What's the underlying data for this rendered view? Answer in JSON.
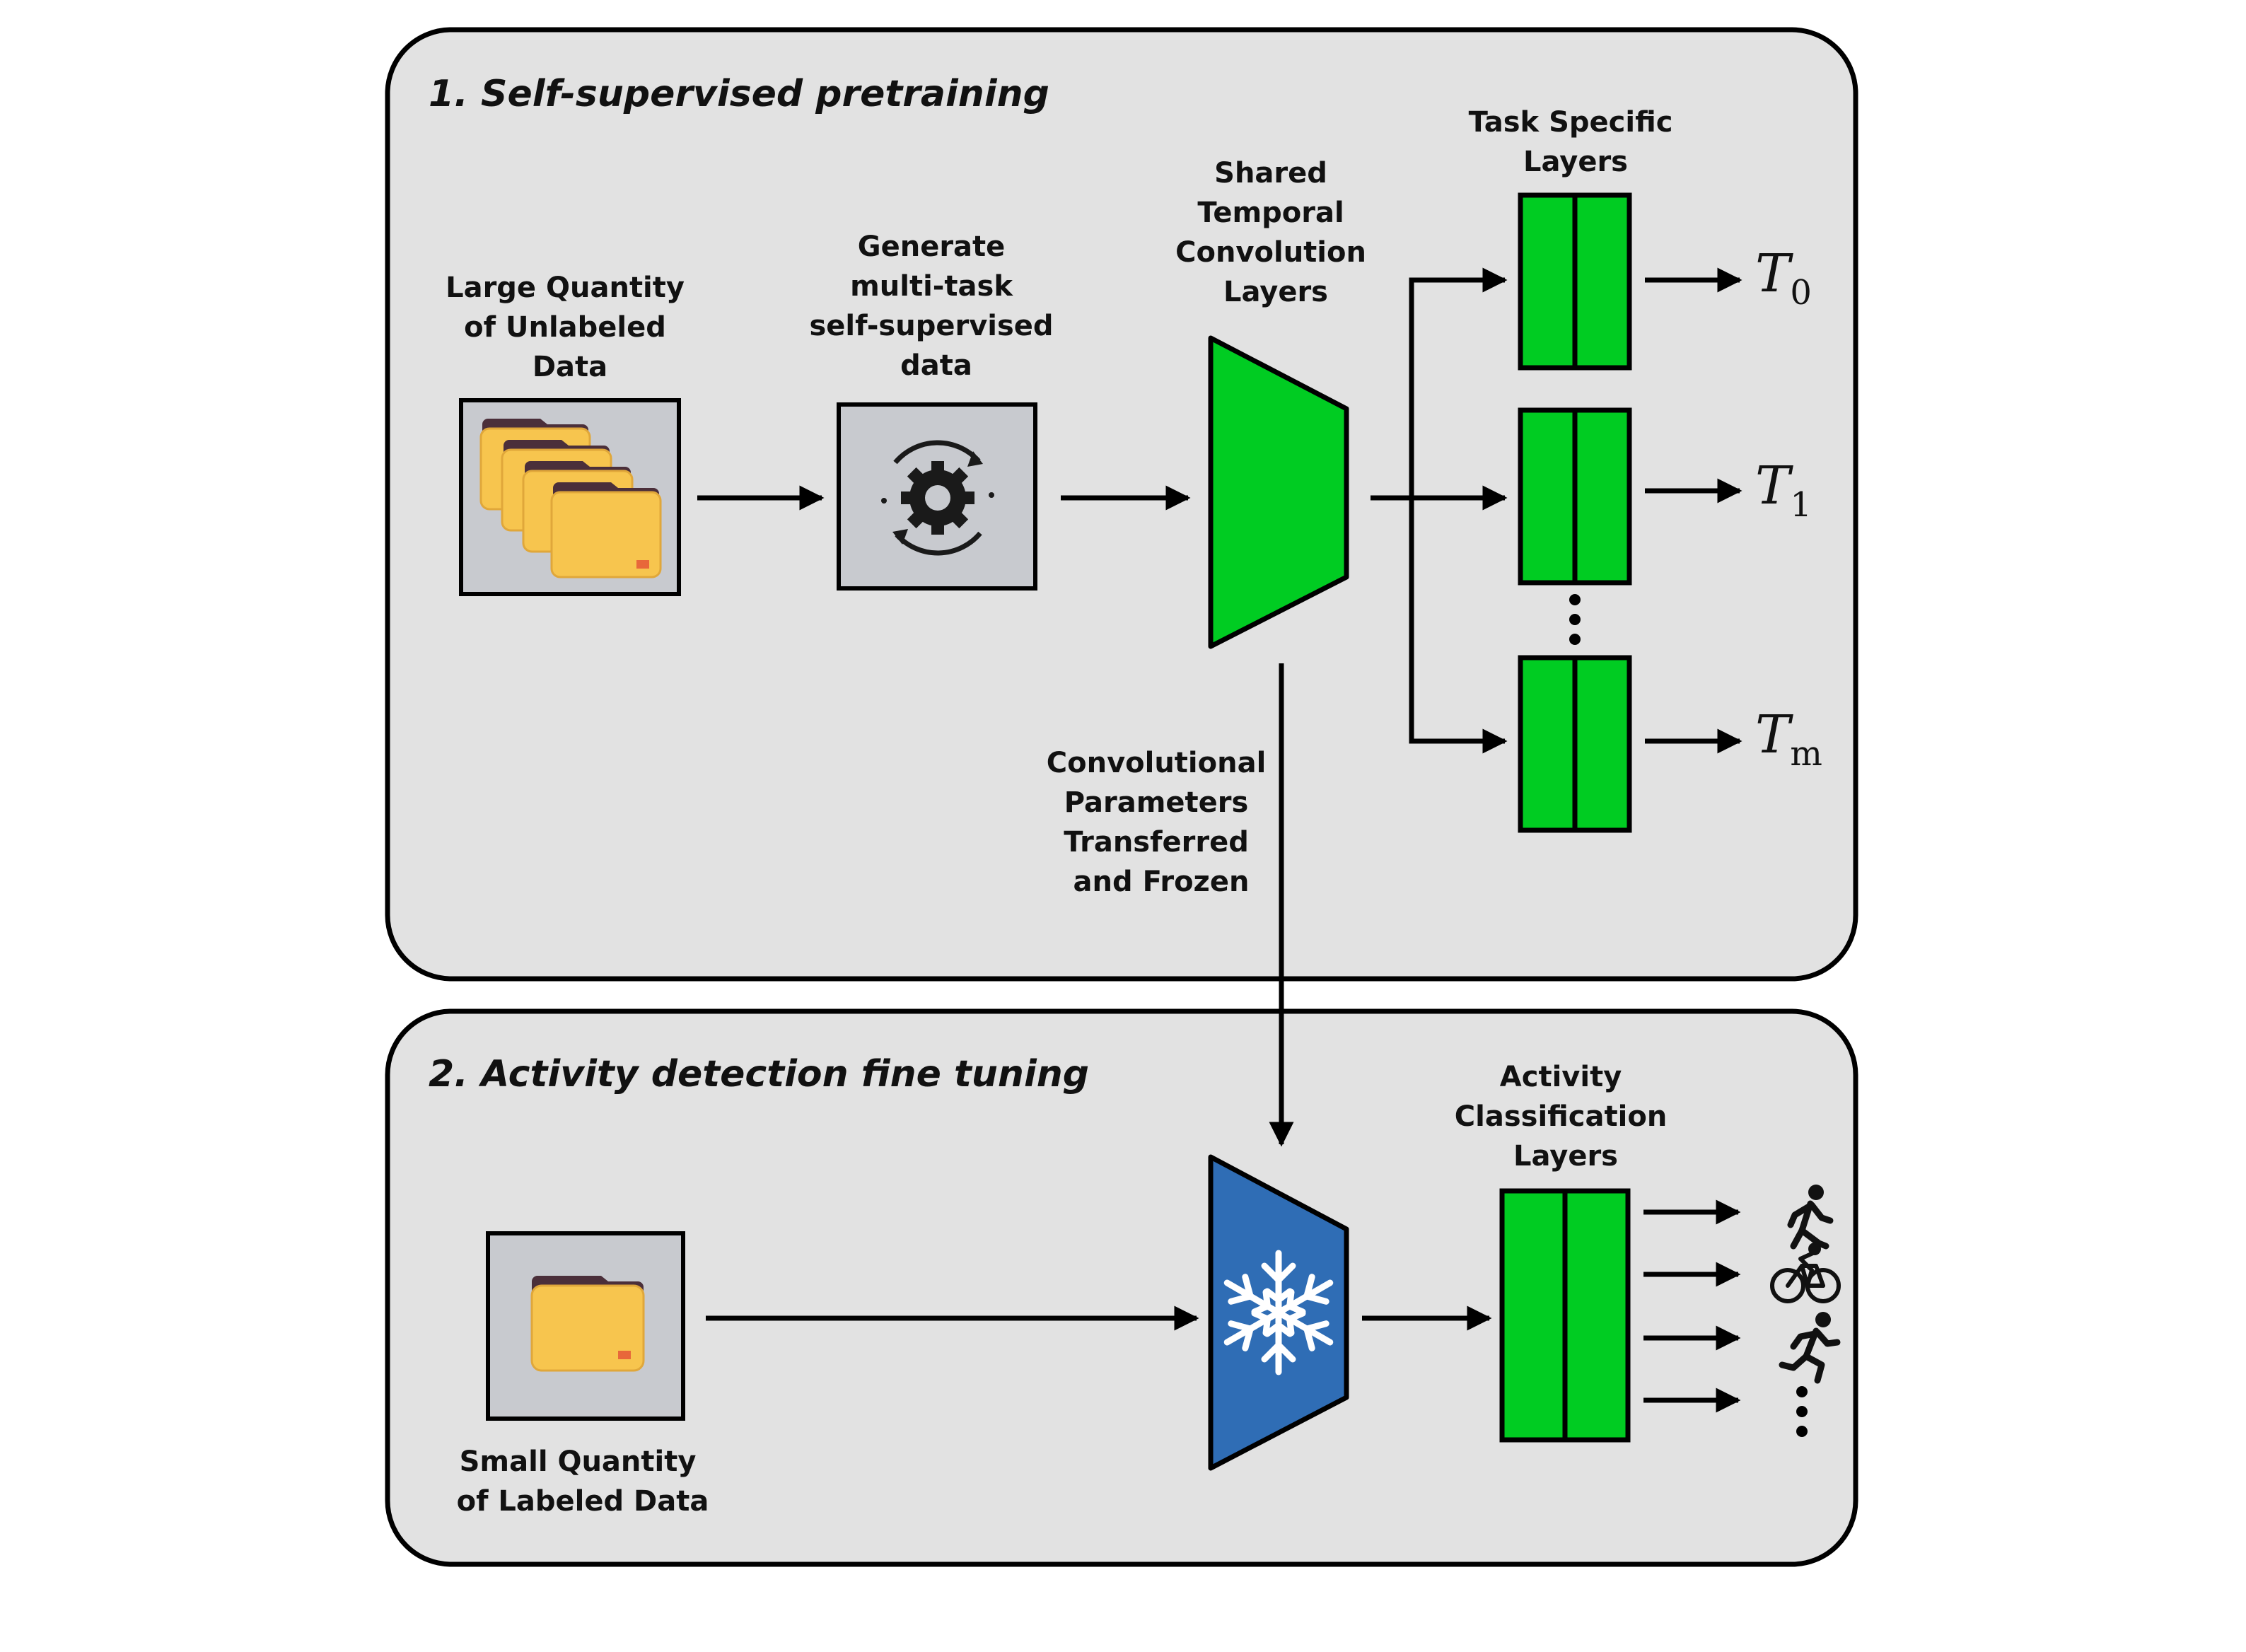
{
  "stage1": {
    "title": "1. Self-supervised pretraining",
    "unlabeled_label": [
      "Large Quantity",
      "of Unlabeled",
      "Data"
    ],
    "generate_label": [
      "Generate",
      "multi-task",
      "self-supervised",
      "data"
    ],
    "shared_label": [
      "Shared",
      "Temporal",
      "Convolution",
      "Layers"
    ],
    "task_label": [
      "Task Specific",
      "Layers"
    ],
    "transfer_label": [
      "Convolutional",
      "Parameters",
      "Transferred",
      "and Frozen"
    ],
    "outputs": [
      {
        "base": "T",
        "subscript": "0"
      },
      {
        "base": "T",
        "subscript": "1"
      },
      {
        "base": "T",
        "subscript": "m"
      }
    ]
  },
  "stage2": {
    "title": "2. Activity detection fine tuning",
    "labeled_label": [
      "Small Quantity",
      "of Labeled Data"
    ],
    "classification_label": [
      "Activity",
      "Classification",
      "Layers"
    ],
    "activity_icons": [
      "walking-person-icon",
      "cyclist-icon",
      "running-person-icon",
      "vertical-ellipsis-icon"
    ]
  },
  "colors": {
    "panel_fill": "#e2e2e2",
    "layer_green": "#00cc22",
    "frozen_blue": "#2f6db5",
    "folder_yellow": "#f7c54e",
    "icon_box": "#c8cacf"
  }
}
